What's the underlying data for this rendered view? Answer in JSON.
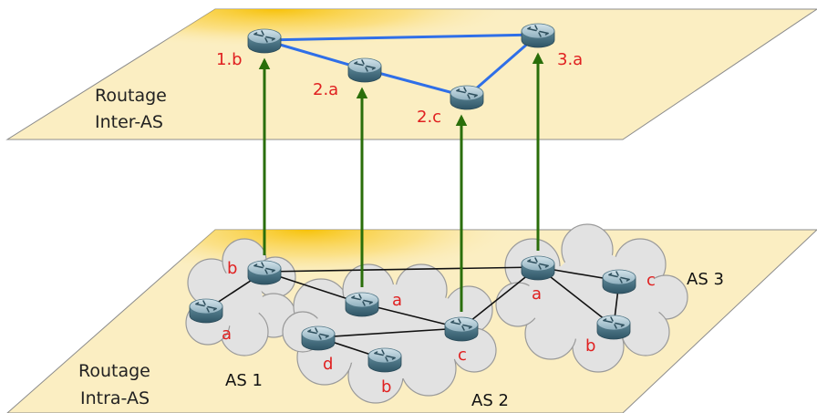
{
  "colors": {
    "plane_fill": "#fbeec2",
    "plane_highlight": "#f7c000",
    "inter_link": "#2f6fe8",
    "intra_link": "#111111",
    "mapping_arrow": "#2a6e0a",
    "router_label": "#e02020",
    "cloud_fill": "#e2e2e2"
  },
  "planes": {
    "inter": {
      "label_line1": "Routage",
      "label_line2": "Inter-AS"
    },
    "intra": {
      "label_line1": "Routage",
      "label_line2": "Intra-AS"
    }
  },
  "autonomous_systems": [
    {
      "id": "as1",
      "label": "AS 1"
    },
    {
      "id": "as2",
      "label": "AS 2"
    },
    {
      "id": "as3",
      "label": "AS 3"
    }
  ],
  "inter_routers": [
    {
      "id": "1b",
      "label": "1.b"
    },
    {
      "id": "2a",
      "label": "2.a"
    },
    {
      "id": "2c",
      "label": "2.c"
    },
    {
      "id": "3a",
      "label": "3.a"
    }
  ],
  "intra_routers": [
    {
      "id": "as1-b",
      "label": "b"
    },
    {
      "id": "as1-a",
      "label": "a"
    },
    {
      "id": "as2-a",
      "label": "a"
    },
    {
      "id": "as2-d",
      "label": "d"
    },
    {
      "id": "as2-b",
      "label": "b"
    },
    {
      "id": "as2-c",
      "label": "c"
    },
    {
      "id": "as3-a",
      "label": "a"
    },
    {
      "id": "as3-c",
      "label": "c"
    },
    {
      "id": "as3-b",
      "label": "b"
    }
  ],
  "inter_links": [
    [
      "1b",
      "3a"
    ],
    [
      "1b",
      "2a"
    ],
    [
      "2a",
      "2c"
    ],
    [
      "2c",
      "3a"
    ]
  ],
  "intra_links": [
    [
      "as1-b",
      "as1-a"
    ],
    [
      "as1-b",
      "as2-a"
    ],
    [
      "as1-b",
      "as3-a"
    ],
    [
      "as2-a",
      "as2-c"
    ],
    [
      "as2-d",
      "as2-b"
    ],
    [
      "as2-d",
      "as2-c"
    ],
    [
      "as2-c",
      "as3-a"
    ],
    [
      "as3-a",
      "as3-c"
    ],
    [
      "as3-a",
      "as3-b"
    ],
    [
      "as3-c",
      "as3-b"
    ]
  ],
  "mappings": [
    [
      "as1-b",
      "1b"
    ],
    [
      "as2-a",
      "2a"
    ],
    [
      "as2-c",
      "2c"
    ],
    [
      "as3-a",
      "3a"
    ]
  ]
}
